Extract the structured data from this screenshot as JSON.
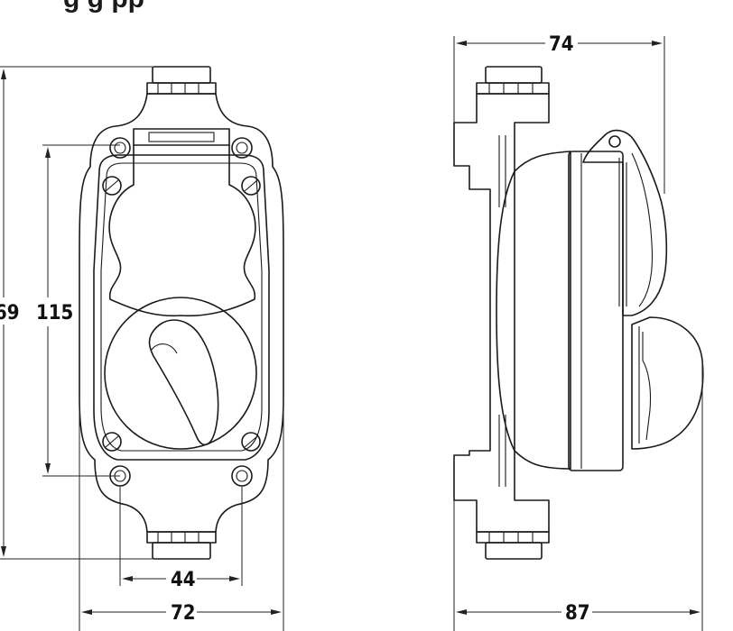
{
  "title_fragment": "g g   pp",
  "dimensions": {
    "overall_height": "69",
    "fixing_height": "115",
    "fixing_width": "44",
    "overall_width": "72",
    "side_height_width": "74",
    "side_depth": "87"
  }
}
